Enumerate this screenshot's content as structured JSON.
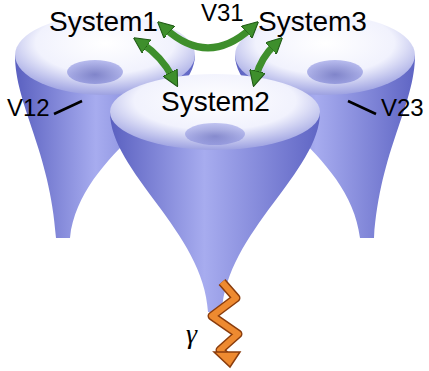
{
  "diagram": {
    "nodes": [
      {
        "text": [
          "System1"
        ]
      },
      {
        "text": [
          "System3"
        ]
      },
      {
        "text": [
          "System2"
        ]
      }
    ],
    "edges": [
      {
        "from": 1,
        "to": 0,
        "label": "V31",
        "arrow": "both"
      },
      {
        "from": 0,
        "to": 2,
        "label": "V12",
        "arrow": "both"
      },
      {
        "from": 2,
        "to": 1,
        "label": "V23",
        "arrow": "both"
      }
    ],
    "labels": [
      "γ"
    ]
  }
}
